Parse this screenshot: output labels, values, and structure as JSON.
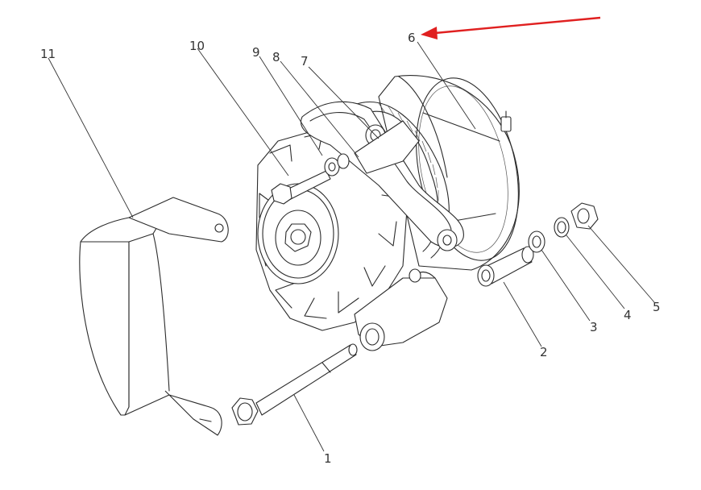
{
  "callouts": [
    {
      "id": "1",
      "label": "1"
    },
    {
      "id": "2",
      "label": "2"
    },
    {
      "id": "3",
      "label": "3"
    },
    {
      "id": "4",
      "label": "4"
    },
    {
      "id": "5",
      "label": "5"
    },
    {
      "id": "6",
      "label": "6"
    },
    {
      "id": "7",
      "label": "7"
    },
    {
      "id": "8",
      "label": "8"
    },
    {
      "id": "9",
      "label": "9"
    },
    {
      "id": "10",
      "label": "10"
    },
    {
      "id": "11",
      "label": "11"
    }
  ],
  "colors": {
    "line": "#2b2b2b",
    "highlight_arrow": "#e02020"
  }
}
